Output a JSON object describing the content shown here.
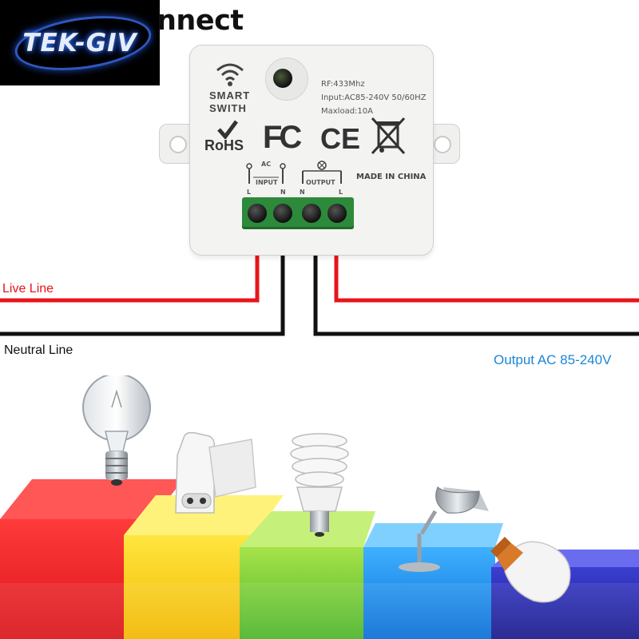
{
  "logo": {
    "text": "TEK-GIV"
  },
  "title": "nnect",
  "module": {
    "wifi_label": "SMART\nSWITH",
    "specs": {
      "rf": "RF:433Mhz",
      "input": "Input:AC85-240V 50/60HZ",
      "maxload": "Maxload:10A"
    },
    "rohs": "RoHS",
    "fc": "FC",
    "ce": "CE",
    "made_in": "MADE IN CHINA",
    "ac": "AC",
    "input_label": "INPUT",
    "output_label": "OUTPUT",
    "pins": [
      "L",
      "N",
      "N",
      "L"
    ],
    "icons": [
      "wifi-icon",
      "checkmark-icon",
      "weee-bin-icon",
      "lamp-symbol-icon"
    ]
  },
  "wires": {
    "live_label": "Live Line",
    "neutral_label": "Neutral Line",
    "output_label": "Output AC 85-240V"
  },
  "colors": {
    "live": "#e8141b",
    "neutral": "#111111",
    "output_text": "#1d86d6",
    "terminal": "#2c8a3a"
  },
  "scene": {
    "steps": [
      "red",
      "yellow",
      "green",
      "blue",
      "navy"
    ],
    "devices": [
      "incandescent-bulb-icon",
      "t5-tube-holder-icon",
      "spiral-cfl-icon",
      "spotlight-icon",
      "led-bulb-icon"
    ]
  }
}
